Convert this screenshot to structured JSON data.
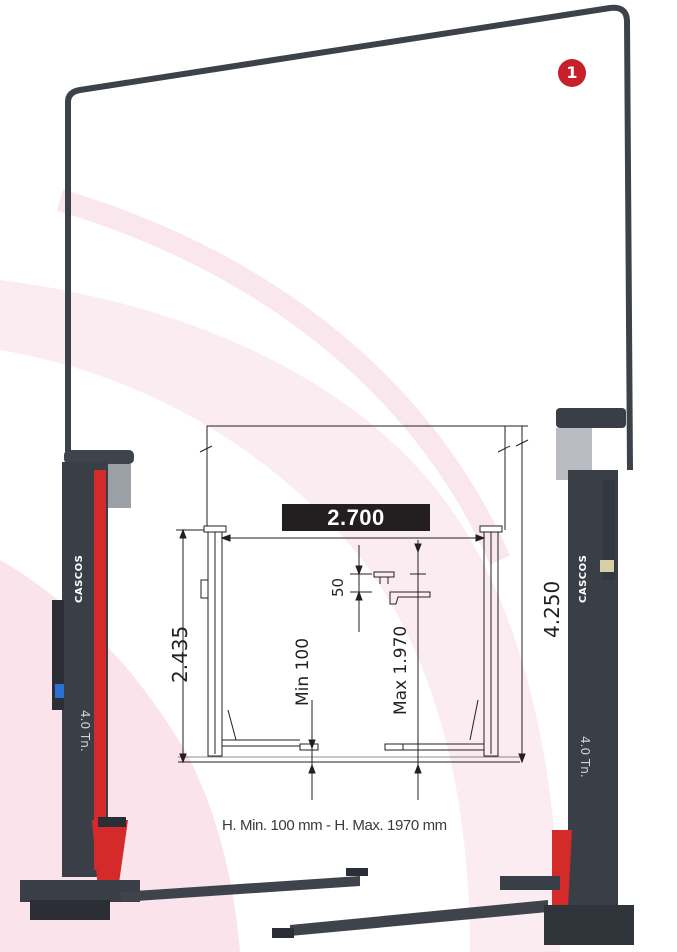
{
  "badge": {
    "number": "1"
  },
  "dimensions": {
    "width_between_columns": "2.700",
    "total_height": "4.250",
    "column_height": "2.435",
    "step": "50",
    "min_height": "Min 100",
    "max_height": "Max 1.970"
  },
  "caption": "H. Min.  100 mm - H. Max. 1970 mm",
  "columns": {
    "brand": "CASCOS",
    "capacity": "4.0 Tn."
  },
  "colors": {
    "column": "#3a3f47",
    "accent": "#d42a2a",
    "decor_arc": "#f7d7e2",
    "drawing_line": "#231f20"
  }
}
